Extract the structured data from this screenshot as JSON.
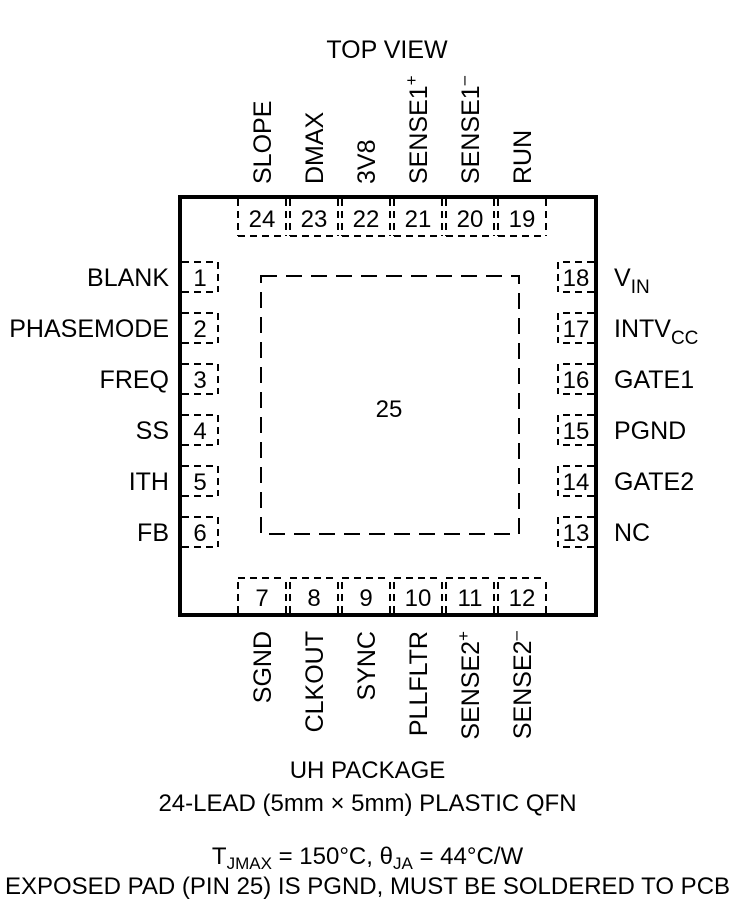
{
  "title": "TOP VIEW",
  "pins": {
    "left": [
      {
        "num": "1",
        "name": "BLANK"
      },
      {
        "num": "2",
        "name": "PHASEMODE"
      },
      {
        "num": "3",
        "name": "FREQ"
      },
      {
        "num": "4",
        "name": "SS"
      },
      {
        "num": "5",
        "name": "ITH"
      },
      {
        "num": "6",
        "name": "FB"
      }
    ],
    "bottom": [
      {
        "num": "7",
        "name": "SGND",
        "sup": ""
      },
      {
        "num": "8",
        "name": "CLKOUT",
        "sup": ""
      },
      {
        "num": "9",
        "name": "SYNC",
        "sup": ""
      },
      {
        "num": "10",
        "name": "PLLFLTR",
        "sup": ""
      },
      {
        "num": "11",
        "name": "SENSE2",
        "sup": "+"
      },
      {
        "num": "12",
        "name": "SENSE2",
        "sup": "–"
      }
    ],
    "right": [
      {
        "num": "18",
        "name": "V",
        "sub": "IN"
      },
      {
        "num": "17",
        "name": "INTV",
        "sub": "CC"
      },
      {
        "num": "16",
        "name": "GATE1",
        "sub": ""
      },
      {
        "num": "15",
        "name": "PGND",
        "sub": ""
      },
      {
        "num": "14",
        "name": "GATE2",
        "sub": ""
      },
      {
        "num": "13",
        "name": "NC",
        "sub": ""
      }
    ],
    "top": [
      {
        "num": "24",
        "name": "SLOPE",
        "sup": ""
      },
      {
        "num": "23",
        "name": "DMAX",
        "sup": ""
      },
      {
        "num": "22",
        "name": "3V8",
        "sup": ""
      },
      {
        "num": "21",
        "name": "SENSE1",
        "sup": "+"
      },
      {
        "num": "20",
        "name": "SENSE1",
        "sup": "–"
      },
      {
        "num": "19",
        "name": "RUN",
        "sup": ""
      }
    ]
  },
  "exposed_pad": {
    "num": "25"
  },
  "package": {
    "name": "UH PACKAGE",
    "description": "24-LEAD (5mm × 5mm) PLASTIC QFN"
  },
  "thermal": {
    "tjmax_symbol": "T",
    "tjmax_sub": "JMAX",
    "tjmax_value": " = 150°C, ",
    "theta_symbol": "θ",
    "theta_sub": "JA",
    "theta_value": " = 44°C/W"
  },
  "note": "EXPOSED PAD (PIN 25) IS PGND, MUST BE SOLDERED TO PCB"
}
